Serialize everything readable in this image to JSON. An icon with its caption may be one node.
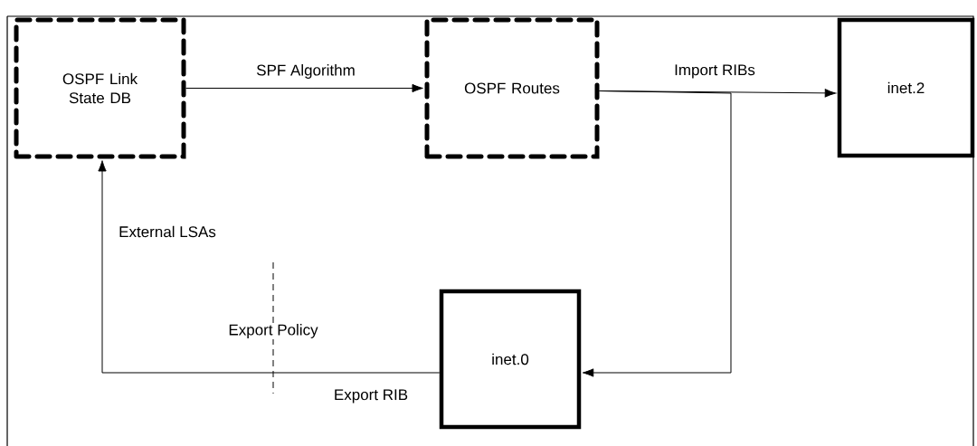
{
  "diagram": {
    "nodes": [
      {
        "text": [
          "OSPF Link State DB"
        ]
      },
      {
        "text": [
          "OSPF Routes"
        ]
      },
      {
        "text": [
          "inet.2"
        ]
      },
      {
        "text": [
          "inet.0"
        ]
      }
    ],
    "edges": [
      {
        "from": 0,
        "to": 1,
        "arrow": "to",
        "label": "SPF Algorithm"
      },
      {
        "from": 1,
        "to": 2,
        "arrow": "to",
        "label": "Import RIBs"
      },
      {
        "from": 1,
        "to": 3,
        "arrow": "to"
      },
      {
        "from": 3,
        "to": 0,
        "arrow": "to",
        "label": "Export RIB"
      }
    ],
    "labels": [
      "External LSAs",
      "Export Policy"
    ]
  }
}
